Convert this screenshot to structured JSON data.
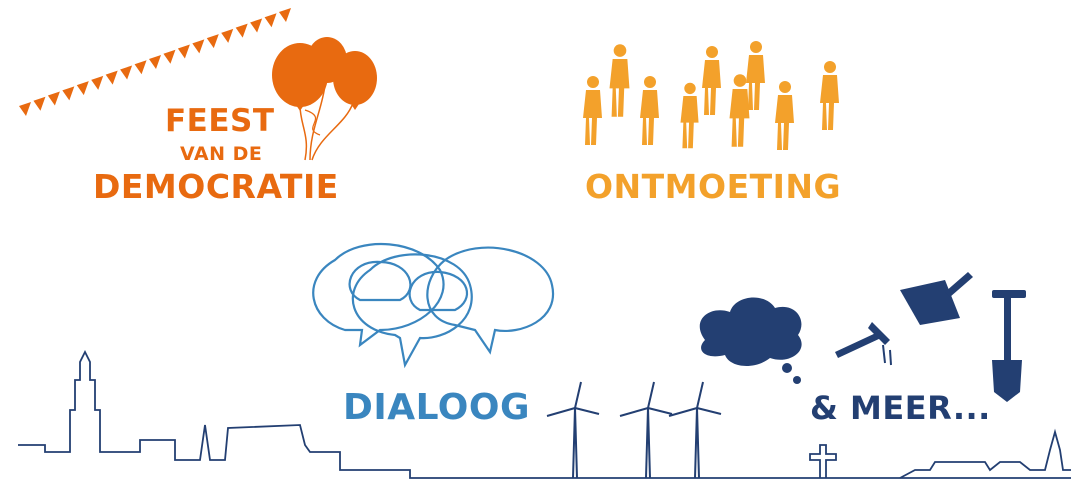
{
  "colors": {
    "orange": "#e86a10",
    "amber": "#f3a12b",
    "blue_light": "#3a86bf",
    "navy": "#233f72"
  },
  "feest": {
    "line1": "FEEST",
    "line2": "VAN DE",
    "line3": "DEMOCRATIE"
  },
  "ontmoeting": {
    "label": "ONTMOETING"
  },
  "dialoog": {
    "label": "DIALOOG"
  },
  "meer": {
    "label": "& MEER..."
  },
  "icons": {
    "bunting": "bunting-icon",
    "balloons": "balloons-icon",
    "people": "people-icon",
    "speech_bubbles": "speech-bubbles-icon",
    "cloud": "thought-cloud-icon",
    "tools": "tools-icon",
    "windmills": "windmill-icon",
    "skyline": "city-skyline-icon"
  }
}
